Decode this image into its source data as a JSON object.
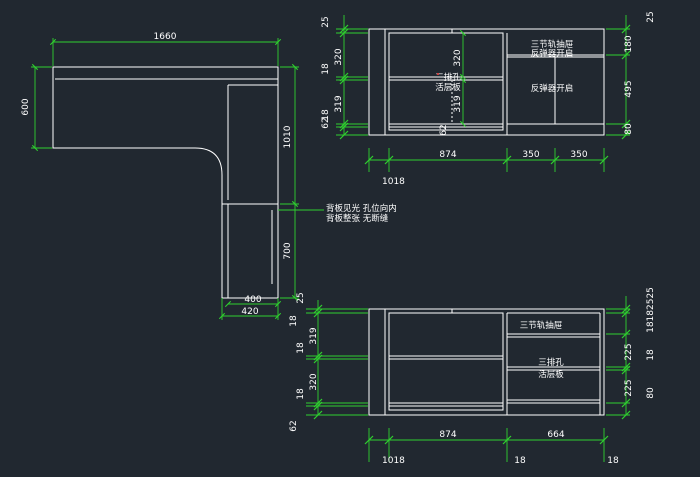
{
  "drawing": {
    "colors": {
      "background": "#212830",
      "line": "#ffffff",
      "dimension": "#2fd12f",
      "accent": "#ff4a4a"
    },
    "plan": {
      "top_width": "1660",
      "depth": "600",
      "right_length": "1010",
      "lower_length": "700",
      "inner_width": "400",
      "outer_width": "420",
      "note_line1": "背板见光   孔位向内",
      "note_line2": "背板整张  无断缝"
    },
    "elev_top": {
      "label_drawer": "三节轨抽屉",
      "label_rebound1": "反弹器开启",
      "label_rebound2": "反弹器开启",
      "label_shelf1": "三排孔",
      "label_shelf2": "活层板",
      "v_top": "25",
      "v_a": "320",
      "v_b": "18",
      "v_c": "319",
      "v_d": "18",
      "v_e": "62",
      "v_inner1": "320",
      "v_inner2": "319",
      "v_inner3": "62",
      "r_a": "25",
      "r_b": "180",
      "r_c": "495",
      "r_d": "80",
      "b_a": "874",
      "b_b": "350",
      "b_c": "350",
      "b_left": "1018"
    },
    "elev_bottom": {
      "label_drawer": "三节轨抽屉",
      "label_shelf1": "三排孔",
      "label_shelf2": "活层板",
      "v_a": "18",
      "v_b": "319",
      "v_c": "18",
      "v_d": "320",
      "v_e": "18",
      "v_f": "62",
      "top_left": "25",
      "r_top": "18182525",
      "r_a": "225",
      "r_b": "18",
      "r_c": "225",
      "r_d": "80",
      "b_a": "874",
      "b_b": "664",
      "b_left": "1018",
      "b_mid": "18",
      "b_right": "18"
    }
  }
}
